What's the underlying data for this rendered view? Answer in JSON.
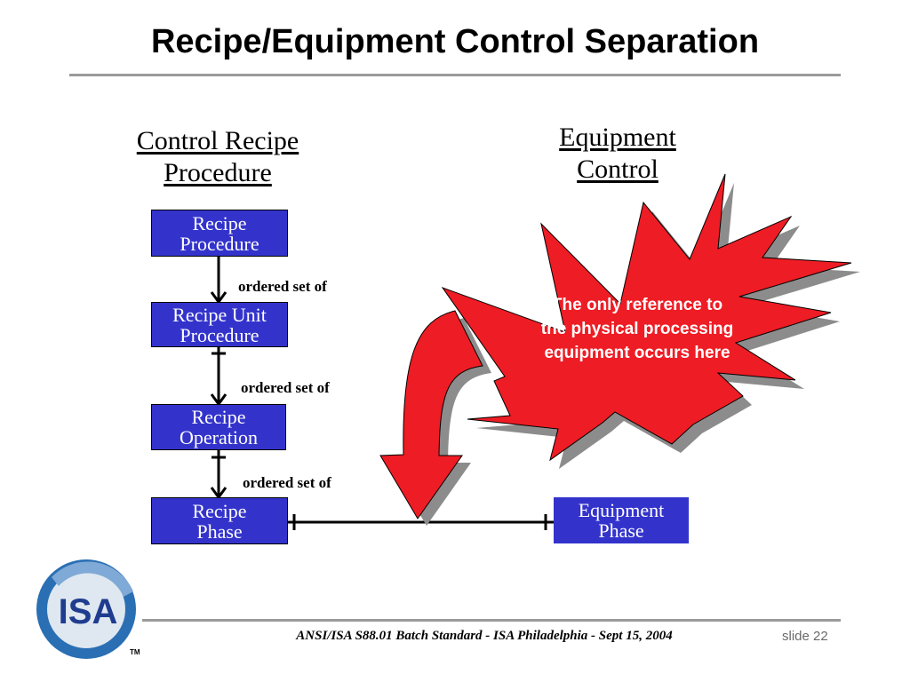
{
  "title": "Recipe/Equipment Control Separation",
  "columns": {
    "left": [
      "Control Recipe",
      "Procedure"
    ],
    "right": [
      "Equipment",
      "Control"
    ]
  },
  "boxes": {
    "recipe_procedure": [
      "Recipe",
      "Procedure"
    ],
    "recipe_unit_procedure": [
      "Recipe Unit",
      "Procedure"
    ],
    "recipe_operation": [
      "Recipe",
      "Operation"
    ],
    "recipe_phase": [
      "Recipe",
      "Phase"
    ],
    "equipment_phase": [
      "Equipment",
      "Phase"
    ]
  },
  "relations": [
    "ordered set of",
    "ordered set of",
    "ordered set of"
  ],
  "callout": [
    "The only reference to",
    "the physical processing",
    "equipment occurs here"
  ],
  "logo": {
    "text": "ISA",
    "tm": "TM"
  },
  "footer": "ANSI/ISA S88.01 Batch Standard - ISA Philadelphia - Sept 15, 2004",
  "slide": {
    "label": "slide",
    "number": "22"
  },
  "colors": {
    "box": "#3333cc",
    "burst": "#ee1c24",
    "shadow": "#8c8c8c",
    "rule": "#9a9a9a"
  }
}
